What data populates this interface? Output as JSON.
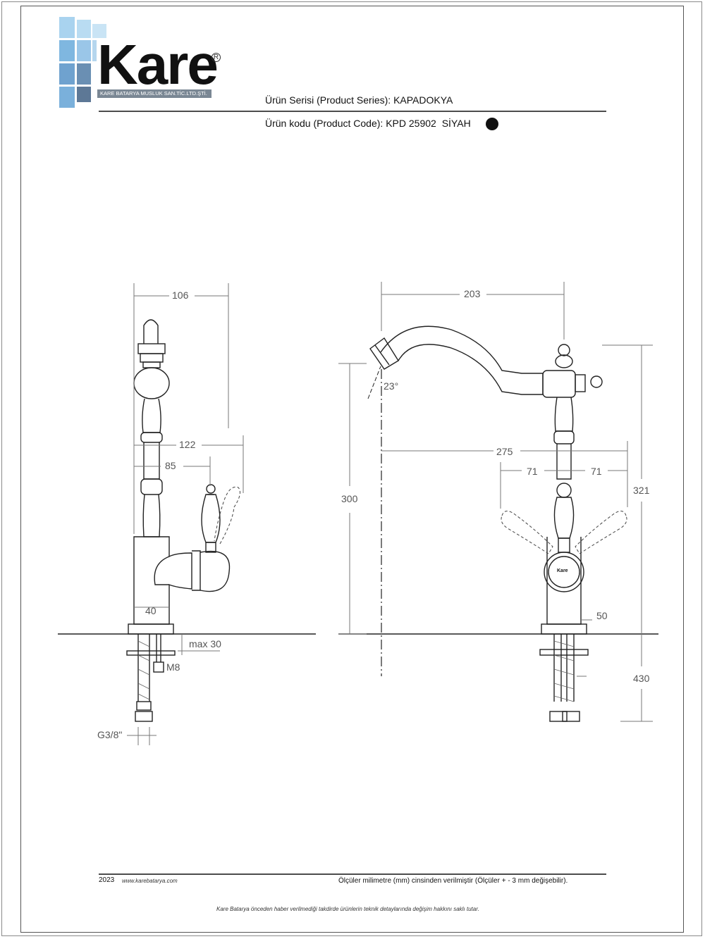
{
  "brand": {
    "name": "Kare",
    "registered": "R",
    "company": "KARE BATARYA MUSLUK SAN.TİC.LTD.ŞTİ."
  },
  "header": {
    "series_label": "Ürün Serisi (Product Series):",
    "series_value": "KAPADOKYA",
    "code_label": "Ürün kodu (Product Code):",
    "code_value": "KPD 25902",
    "color_name": "SİYAH",
    "color_swatch": "#111111"
  },
  "drawing": {
    "side_view": {
      "top_width": "106",
      "handle_reach": "122",
      "handle_offset": "85",
      "base_width": "40",
      "max_counter": "max 30",
      "stud": "M8",
      "thread": "G3/8\""
    },
    "front_view": {
      "spout_reach": "203",
      "spout_angle": "23°",
      "handle_span": "275",
      "handle_left": "71",
      "handle_right": "71",
      "spout_height": "300",
      "total_height": "321",
      "base_width": "50",
      "hose_length": "430",
      "badge": "Kare"
    }
  },
  "footer": {
    "year": "2023",
    "website": "www.karebatarya.com",
    "units_note": "Ölçüler milimetre (mm) cinsinden verilmiştir (Ölçüler  + - 3 mm değişebilir).",
    "disclaimer": "Kare Batarya önceden haber verilmediği takdirde ürünlerin teknik detaylarında değişim hakkını saklı tutar."
  }
}
